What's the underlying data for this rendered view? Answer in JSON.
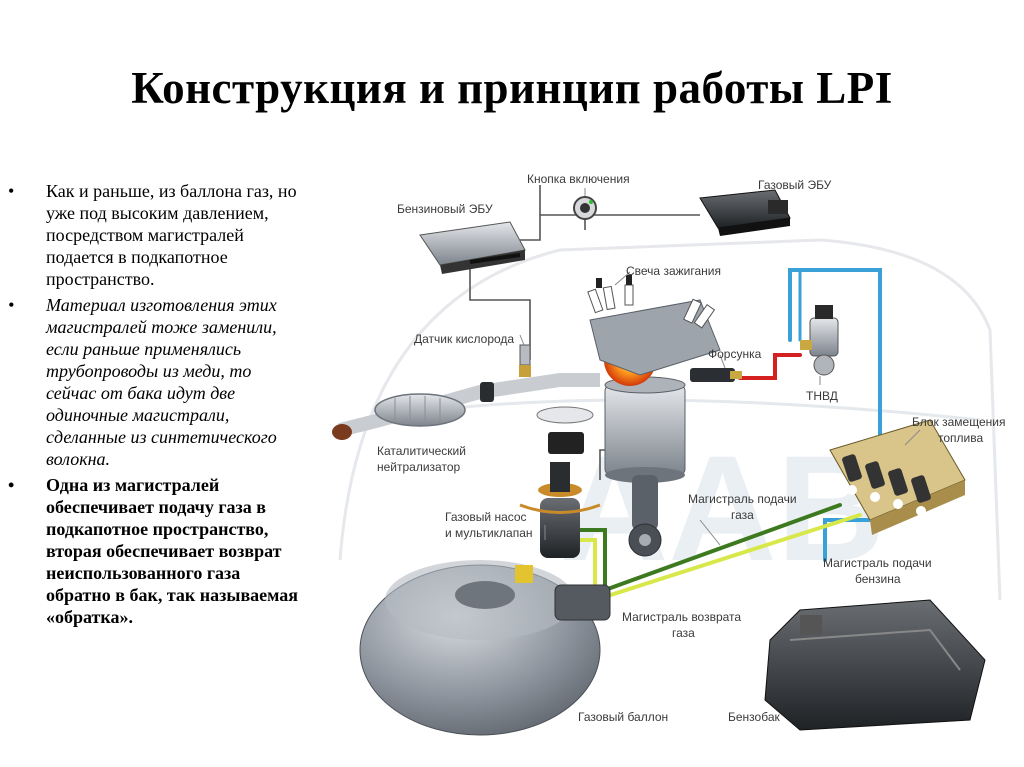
{
  "slide": {
    "title": "Конструкция и принцип работы LPI",
    "bullets": [
      {
        "text": "Как и раньше, из баллона газ, но уже под высоким давлением, посредством магистралей подается в подкапотное пространство.",
        "style": "normal"
      },
      {
        "text": "Материал изготовления этих магистралей тоже заменили, если раньше применялись трубопроводы из меди, то сейчас от бака идут две одиночные магистрали, сделанные из синтетического волокна.",
        "style": "italic"
      },
      {
        "text": "Одна из магистралей обеспечивает подачу газа в подкапотное пространство, вторая обеспечивает возврат неиспользованного газа обратно в бак, так называемая «обратка».",
        "style": "bold"
      }
    ],
    "bullet_symbol": "•"
  },
  "diagram": {
    "labels": {
      "button": "Кнопка включения",
      "gas_ecu": "Газовый ЭБУ",
      "petrol_ecu": "Бензиновый ЭБУ",
      "spark_plug": "Свеча зажигания",
      "o2_sensor": "Датчик кислорода",
      "injector": "Форсунка",
      "hp_pump": "ТНВД",
      "converter_1": "Каталитический",
      "converter_2": "нейтрализатор",
      "fuel_block_1": "Блок замещения",
      "fuel_block_2": "топлива",
      "gas_line_1": "Магистраль подачи",
      "gas_line_2": "газа",
      "pump_1": "Газовый насос",
      "pump_2": "и мультиклапан",
      "petrol_line_1": "Магистраль подачи",
      "petrol_line_2": "бензина",
      "return_line_1": "Магистраль возврата",
      "return_line_2": "газа",
      "gas_tank": "Газовый баллон",
      "petrol_tank": "Бензобак"
    },
    "colors": {
      "gas_supply_line": "#3d7a1f",
      "gas_return_line": "#d8e84a",
      "petrol_line": "#3aa0d8",
      "hp_line": "#d42020",
      "wire": "#555555"
    }
  }
}
